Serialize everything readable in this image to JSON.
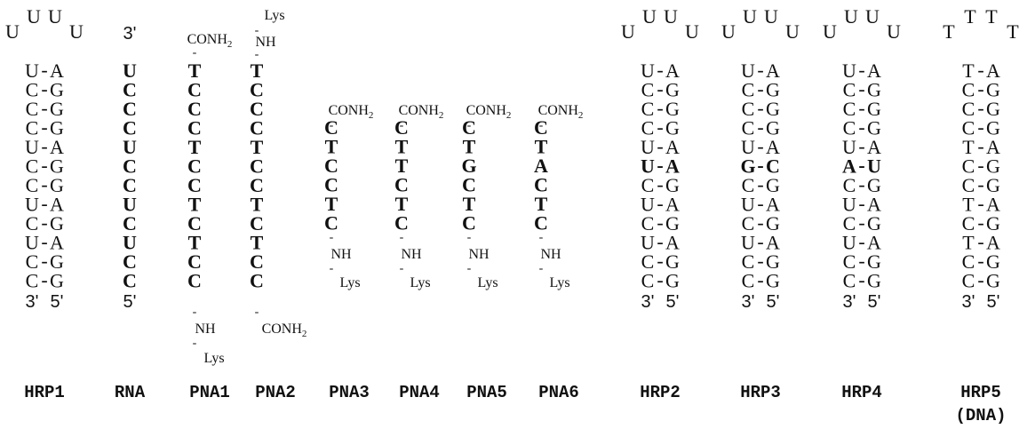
{
  "hairpins": [
    {
      "id": "HRP1",
      "label": "HRP1",
      "loop": [
        "U",
        "U",
        "U",
        "U"
      ],
      "pairs": [
        [
          "U",
          "A"
        ],
        [
          "C",
          "G"
        ],
        [
          "C",
          "G"
        ],
        [
          "C",
          "G"
        ],
        [
          "U",
          "A"
        ],
        [
          "C",
          "G"
        ],
        [
          "C",
          "G"
        ],
        [
          "U",
          "A"
        ],
        [
          "C",
          "G"
        ],
        [
          "U",
          "A"
        ],
        [
          "C",
          "G"
        ],
        [
          "C",
          "G"
        ]
      ],
      "bold_pairs": [],
      "end3": "3'",
      "end5": "5'"
    },
    {
      "id": "HRP2",
      "label": "HRP2",
      "loop": [
        "U",
        "U",
        "U",
        "U"
      ],
      "pairs": [
        [
          "U",
          "A"
        ],
        [
          "C",
          "G"
        ],
        [
          "C",
          "G"
        ],
        [
          "C",
          "G"
        ],
        [
          "U",
          "A"
        ],
        [
          "U",
          "A"
        ],
        [
          "C",
          "G"
        ],
        [
          "U",
          "A"
        ],
        [
          "C",
          "G"
        ],
        [
          "U",
          "A"
        ],
        [
          "C",
          "G"
        ],
        [
          "C",
          "G"
        ]
      ],
      "bold_pairs": [
        5
      ],
      "end3": "3'",
      "end5": "5'"
    },
    {
      "id": "HRP3",
      "label": "HRP3",
      "loop": [
        "U",
        "U",
        "U",
        "U"
      ],
      "pairs": [
        [
          "U",
          "A"
        ],
        [
          "C",
          "G"
        ],
        [
          "C",
          "G"
        ],
        [
          "C",
          "G"
        ],
        [
          "U",
          "A"
        ],
        [
          "G",
          "C"
        ],
        [
          "C",
          "G"
        ],
        [
          "U",
          "A"
        ],
        [
          "C",
          "G"
        ],
        [
          "U",
          "A"
        ],
        [
          "C",
          "G"
        ],
        [
          "C",
          "G"
        ]
      ],
      "bold_pairs": [
        5
      ],
      "end3": "3'",
      "end5": "5'"
    },
    {
      "id": "HRP4",
      "label": "HRP4",
      "loop": [
        "U",
        "U",
        "U",
        "U"
      ],
      "pairs": [
        [
          "U",
          "A"
        ],
        [
          "C",
          "G"
        ],
        [
          "C",
          "G"
        ],
        [
          "C",
          "G"
        ],
        [
          "U",
          "A"
        ],
        [
          "A",
          "U"
        ],
        [
          "C",
          "G"
        ],
        [
          "U",
          "A"
        ],
        [
          "C",
          "G"
        ],
        [
          "U",
          "A"
        ],
        [
          "C",
          "G"
        ],
        [
          "C",
          "G"
        ]
      ],
      "bold_pairs": [
        5
      ],
      "end3": "3'",
      "end5": "5'"
    },
    {
      "id": "HRP5",
      "label": "HRP5",
      "sublabel": "(DNA)",
      "loop": [
        "T",
        "T",
        "T",
        "T"
      ],
      "pairs": [
        [
          "T",
          "A"
        ],
        [
          "C",
          "G"
        ],
        [
          "C",
          "G"
        ],
        [
          "C",
          "G"
        ],
        [
          "T",
          "A"
        ],
        [
          "C",
          "G"
        ],
        [
          "C",
          "G"
        ],
        [
          "T",
          "A"
        ],
        [
          "C",
          "G"
        ],
        [
          "T",
          "A"
        ],
        [
          "C",
          "G"
        ],
        [
          "C",
          "G"
        ]
      ],
      "bold_pairs": [],
      "end3": "3'",
      "end5": "5'"
    }
  ],
  "rna": {
    "label": "RNA",
    "top": "3'",
    "bottom": "5'",
    "seq": [
      "U",
      "C",
      "C",
      "C",
      "U",
      "C",
      "C",
      "U",
      "C",
      "U",
      "C",
      "C"
    ]
  },
  "pna_long": [
    {
      "label": "PNA1",
      "top": "CONH",
      "top_sub": "2",
      "bottom1": "NH",
      "bottom2": "Lys",
      "seq": [
        "T",
        "C",
        "C",
        "C",
        "T",
        "C",
        "C",
        "T",
        "C",
        "T",
        "C",
        "C"
      ]
    },
    {
      "label": "PNA2",
      "top1": "Lys",
      "top2": "NH",
      "bottom": "CONH",
      "bottom_sub": "2",
      "seq": [
        "T",
        "C",
        "C",
        "C",
        "T",
        "C",
        "C",
        "T",
        "C",
        "T",
        "C",
        "C"
      ]
    }
  ],
  "pna_short": [
    {
      "label": "PNA3",
      "top": "CONH",
      "top_sub": "2",
      "bottom1": "NH",
      "bottom2": "Lys",
      "seq": [
        "C",
        "T",
        "C",
        "C",
        "T",
        "C"
      ]
    },
    {
      "label": "PNA4",
      "top": "CONH",
      "top_sub": "2",
      "bottom1": "NH",
      "bottom2": "Lys",
      "seq": [
        "C",
        "T",
        "T",
        "C",
        "T",
        "C"
      ]
    },
    {
      "label": "PNA5",
      "top": "CONH",
      "top_sub": "2",
      "bottom1": "NH",
      "bottom2": "Lys",
      "seq": [
        "C",
        "T",
        "G",
        "C",
        "T",
        "C"
      ]
    },
    {
      "label": "PNA6",
      "top": "CONH",
      "top_sub": "2",
      "bottom1": "NH",
      "bottom2": "Lys",
      "seq": [
        "C",
        "T",
        "A",
        "C",
        "T",
        "C"
      ]
    }
  ]
}
